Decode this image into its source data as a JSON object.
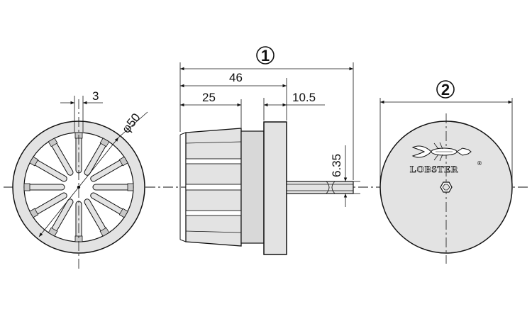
{
  "callouts": {
    "one": "1",
    "two": "2"
  },
  "dimensions": {
    "total": "",
    "length_46": "46",
    "length_25": "25",
    "length_10_5": "10.5",
    "shank_6_35": "6.35",
    "width_3": "3",
    "diameter_50": "φ50"
  },
  "logo": {
    "text": "LOBSTER",
    "registered": "®"
  },
  "colors": {
    "body": "#e3e3e3",
    "dark": "#c8c8c8",
    "line": "#111111"
  }
}
